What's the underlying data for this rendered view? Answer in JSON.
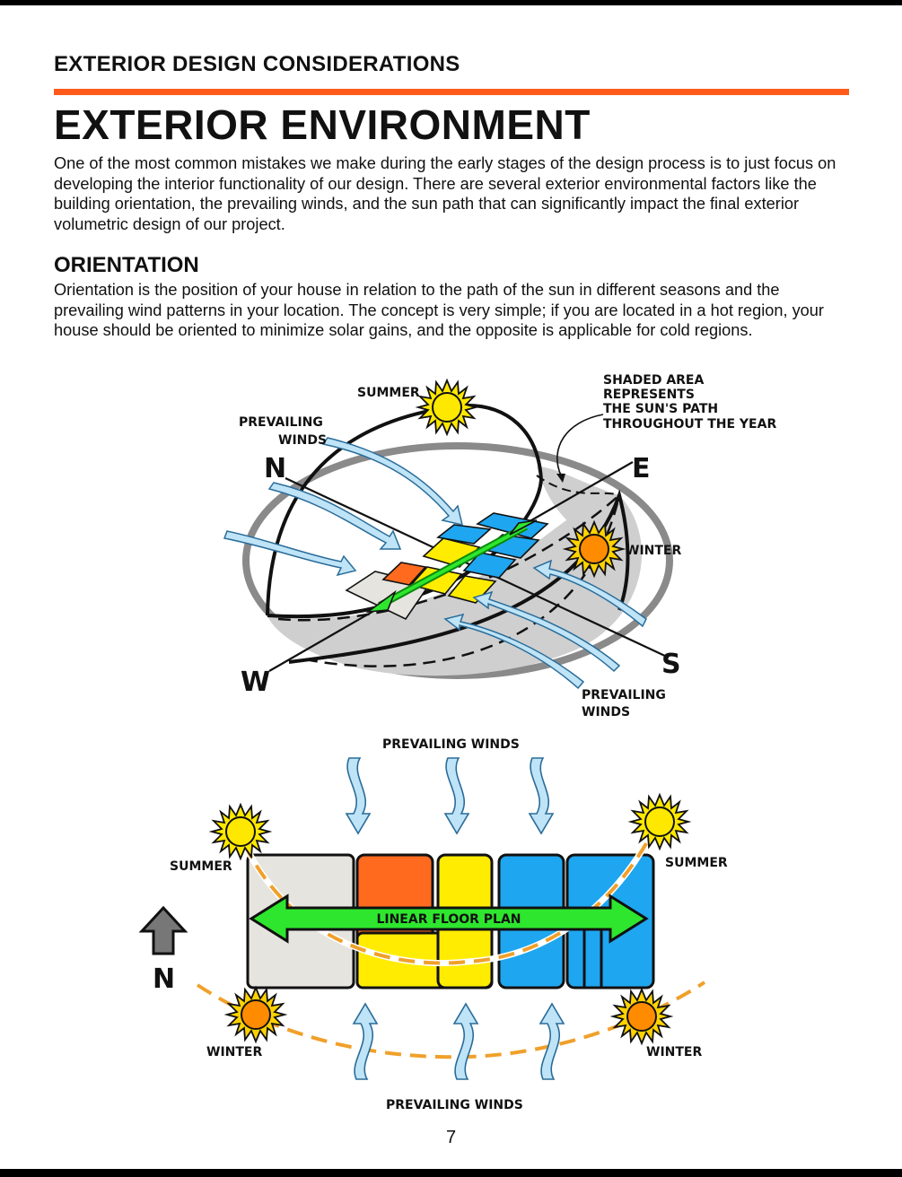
{
  "header": {
    "section_label": "EXTERIOR DESIGN CONSIDERATIONS"
  },
  "title": "EXTERIOR ENVIRONMENT",
  "intro": "One of the most common mistakes we make during the early stages of the design process is to just focus on developing the interior functionality of our design. There are several exterior environmental factors like the building orientation, the prevailing winds, and the sun path that can significantly impact the final exterior volumetric design of our project.",
  "orientation": {
    "heading": "ORIENTATION",
    "body": "Orientation is the position of your house in relation to the path of the sun in different seasons and the prevailing wind patterns in your location. The concept is very simple; if you are located in a hot region, your house should be oriented to minimize solar gains, and the opposite is applicable for cold regions."
  },
  "diagram_top": {
    "summer": "SUMMER",
    "winds_left_1": "PREVAILING",
    "winds_left_2": "WINDS",
    "shaded_1": "SHADED AREA",
    "shaded_2": "REPRESENTS",
    "shaded_3": "THE SUN'S PATH",
    "shaded_4": "THROUGHOUT THE YEAR",
    "n": "N",
    "e": "E",
    "w": "W",
    "s": "S",
    "winter": "WINTER",
    "winds_right_1": "PREVAILING",
    "winds_right_2": "WINDS"
  },
  "diagram_bottom": {
    "winds_top": "PREVAILING WINDS",
    "summer_left": "SUMMER",
    "summer_right": "SUMMER",
    "linear_floor_plan": "LINEAR FLOOR PLAN",
    "n": "N",
    "winter_left": "WINTER",
    "winter_right": "WINTER",
    "winds_bottom": "PREVAILING WINDS"
  },
  "page_number": "7",
  "colors": {
    "accent_orange": "#ff5a1a",
    "sun_yellow": "#ffe800",
    "sun_orange": "#ff8c00",
    "room_blue": "#1ea6f0",
    "room_yellow": "#ffec00",
    "room_orange": "#ff6a1f",
    "room_gray": "#e6e4df",
    "arrow_green": "#2ee62e",
    "wind_blue": "#bfe4f7",
    "shade_gray": "#cfcfcf"
  }
}
